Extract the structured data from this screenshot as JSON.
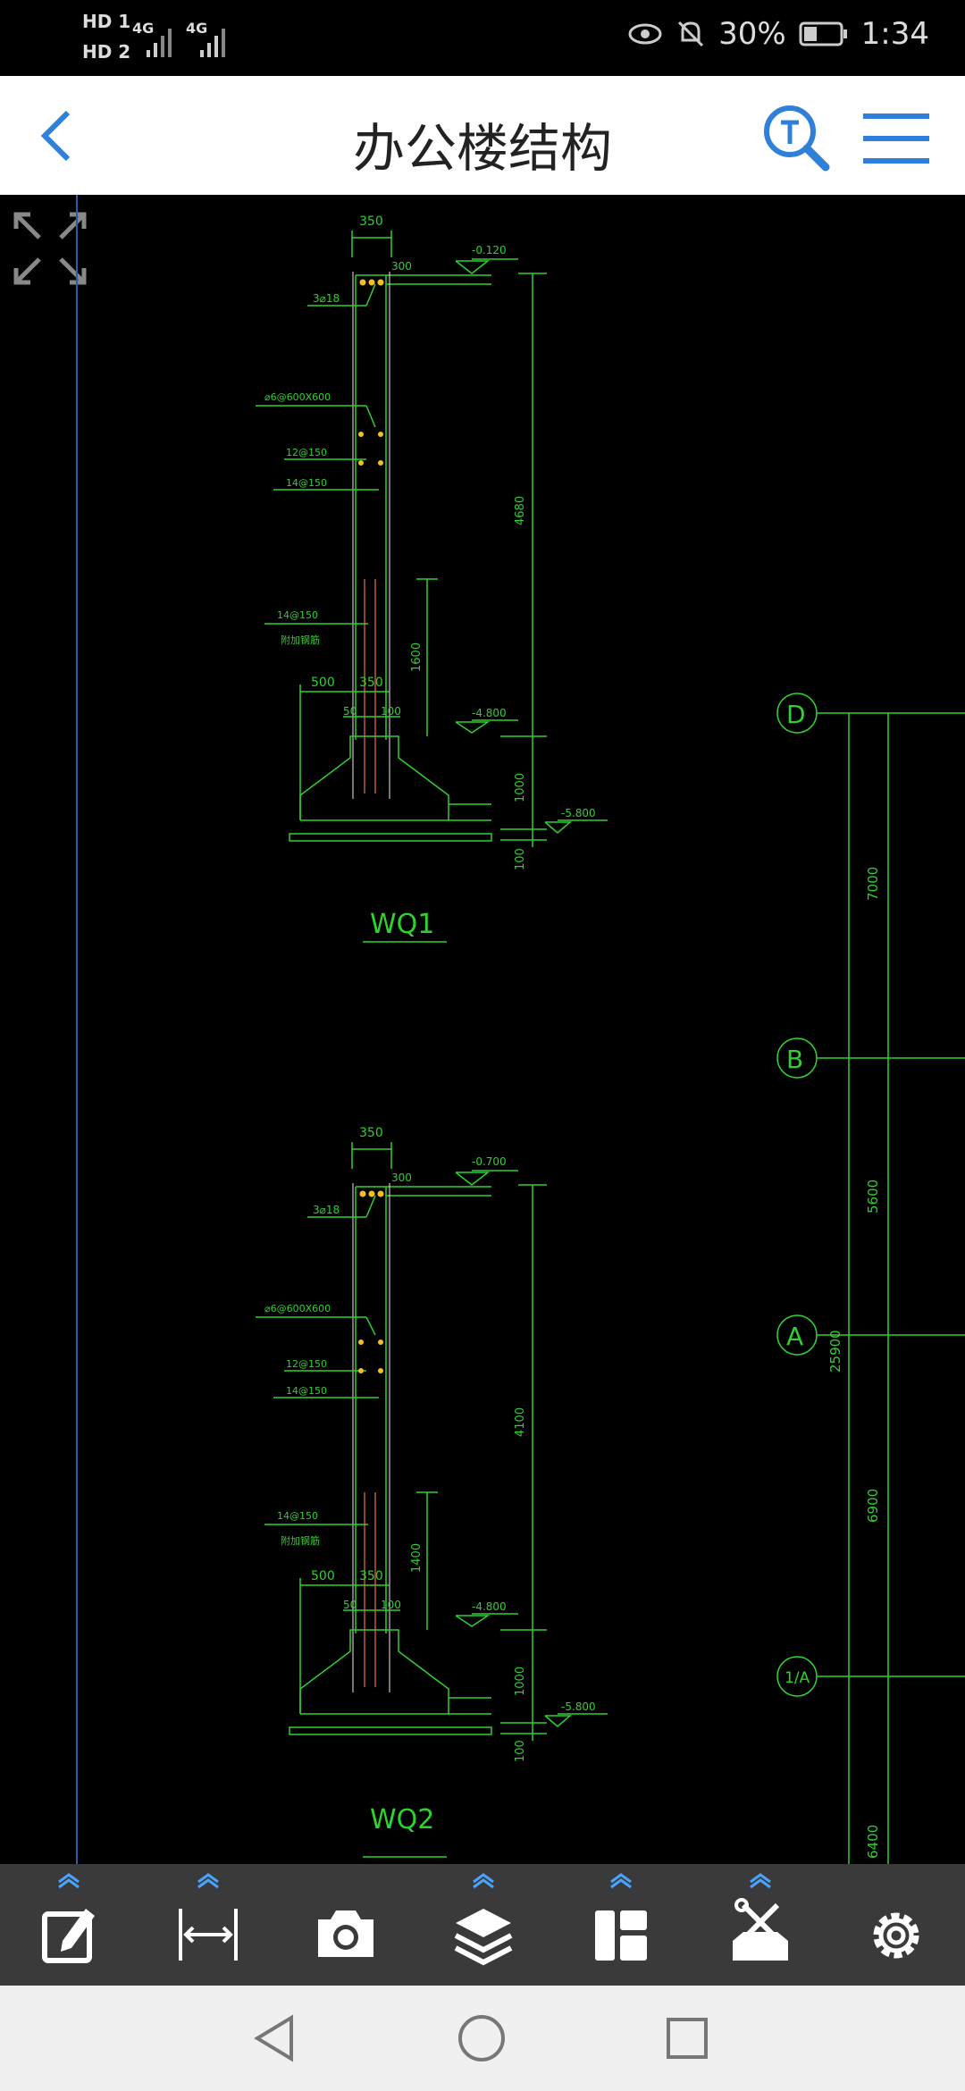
{
  "status_bar": {
    "hd1": "HD 1",
    "hd2": "HD 2",
    "net1": "4G",
    "net2": "4G",
    "battery": "30%",
    "time": "1:34"
  },
  "header": {
    "title": "办公楼结构",
    "back_icon": "chevron-left-icon",
    "search_icon": "text-search-icon",
    "menu_icon": "hamburger-menu-icon"
  },
  "drawing": {
    "wq1": {
      "name": "WQ1",
      "dim_top": "350",
      "dim_300": "300",
      "elev_top": "-0.120",
      "bars_318": "3⌀18",
      "stirrup": "⌀6@600X600",
      "bar_12": "12@150",
      "bar_14": "14@150",
      "bar_14b": "14@150",
      "note": "附加钢筋",
      "dim_500": "500",
      "dim_350b": "350",
      "dim_50": "50",
      "dim_100": "100",
      "elev_mid": "-4.800",
      "elev_bot": "-5.800",
      "dim_4680": "4680",
      "dim_1600": "1600",
      "dim_1000": "1000",
      "dim_100b": "100"
    },
    "wq2": {
      "name": "WQ2",
      "dim_top": "350",
      "dim_300": "300",
      "elev_top": "-0.700",
      "bars_318": "3⌀18",
      "stirrup": "⌀6@600X600",
      "bar_12": "12@150",
      "bar_14": "14@150",
      "bar_14b": "14@150",
      "note": "附加钢筋",
      "dim_500": "500",
      "dim_350b": "350",
      "dim_50": "50",
      "dim_100": "100",
      "elev_mid": "-4.800",
      "elev_bot": "-5.800",
      "dim_4100": "4100",
      "dim_1400": "1400",
      "dim_1000": "1000",
      "dim_100b": "100"
    },
    "grid": {
      "axis_d": "D",
      "axis_b": "B",
      "axis_a": "A",
      "axis_1a": "1/A",
      "dim_7000": "7000",
      "dim_5600": "5600",
      "dim_6900": "6900",
      "dim_6400": "6400",
      "dim_total": "25900"
    }
  },
  "toolbar": {
    "items": [
      "edit-icon",
      "measure-icon",
      "camera-icon",
      "layers-icon",
      "layout-icon",
      "toolbox-icon",
      "settings-icon"
    ]
  },
  "nav_bar": {
    "items": [
      "back-triangle-icon",
      "home-circle-icon",
      "recents-square-icon"
    ]
  }
}
